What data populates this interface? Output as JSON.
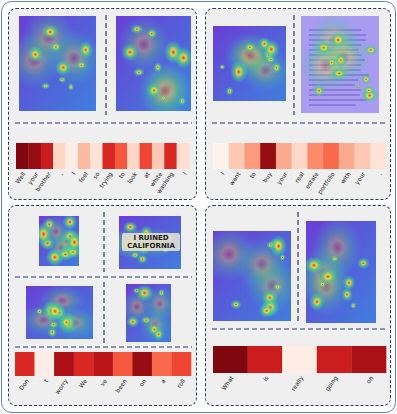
{
  "diagram": {
    "nodes": [
      {
        "text": [
          "Well",
          "your",
          "brother",
          ",",
          "I",
          "feel",
          "so",
          "trying",
          "to",
          "look",
          "at",
          "white",
          "washing",
          "!"
        ]
      },
      {
        "text": [
          "I",
          "want",
          "to",
          "buy",
          "your",
          "real",
          "estate",
          "portfolio",
          "with",
          "your",
          "."
        ]
      },
      {
        "text": [
          "Don",
          "t",
          "worry",
          "We",
          "ve",
          "been",
          "on",
          "a",
          "roll"
        ]
      },
      {
        "text": [
          "What",
          "is",
          "really",
          "going",
          "on"
        ]
      }
    ],
    "labels": [
      "I RUINED CALIFORNIA"
    ]
  }
}
